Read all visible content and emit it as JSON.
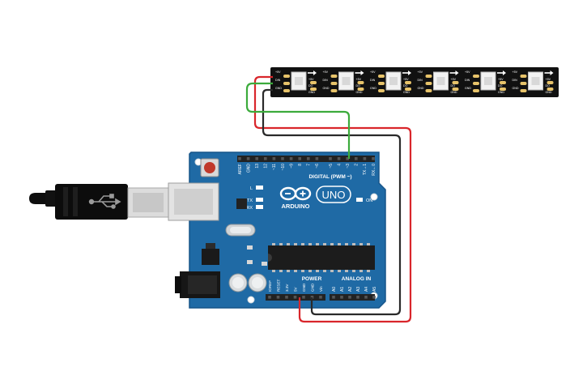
{
  "board": {
    "brand": "ARDUINO",
    "model": "UNO",
    "on_label": "ON",
    "led_l": "L",
    "led_tx": "TX",
    "led_rx": "RX",
    "digital_header": "DIGITAL (PWM ~)",
    "power_header": "POWER",
    "analog_header": "ANALOG IN",
    "digital_pins": [
      "AREF",
      "GND",
      "13",
      "12",
      "~11",
      "~10",
      "~9",
      "8",
      "7",
      "~6",
      "~5",
      "4",
      "~3",
      "2",
      "TX→1",
      "RX←0"
    ],
    "power_pins": [
      "IOREF",
      "RESET",
      "3.3V",
      "5V",
      "GND",
      "GND",
      "Vin"
    ],
    "analog_pins": [
      "A0",
      "A1",
      "A2",
      "A3",
      "A4",
      "A5"
    ]
  },
  "strip": {
    "pixel_count": 6,
    "pad_labels": [
      "+5V",
      "DIN",
      "GND",
      "+5V",
      "DO",
      "GND"
    ]
  },
  "colors": {
    "board": "#1f6aa5",
    "board_edge": "#17558a",
    "strip": "#111111",
    "wire_data": "#3cab3c",
    "wire_power": "#d9262b",
    "wire_ground": "#2a2a2a"
  }
}
